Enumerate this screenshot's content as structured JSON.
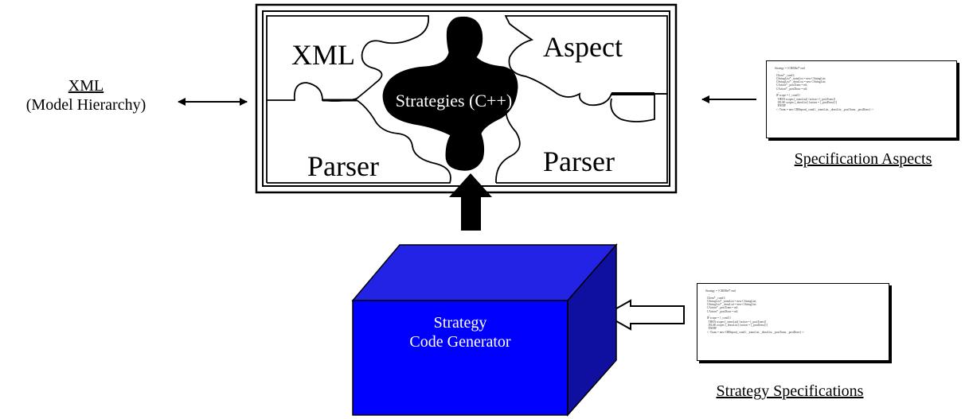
{
  "xml_label": {
    "line1": "XML",
    "line2": "(Model Hierarchy)"
  },
  "puzzle": {
    "top_left": "XML",
    "bottom_left": "Parser",
    "top_right": "Aspect",
    "bottom_right": "Parser",
    "center": "Strategies (C++)"
  },
  "generator": {
    "line1": "Strategy",
    "line2": "Code Generator"
  },
  "spec_aspects": {
    "caption": "Specification Aspects",
    "code": "Strategy = {CBERef* ent}\n    ...\n  CItem* _cond1;\n  CStringList* _transList = new CStringList;\n  CStringList* _drawList = new CStringList;\n  CAction* _postTrans = nil;\n  CAction* _postDraw = nil;\n    ...\n  IF scope = {_cond1}\n    THEN scopes [_transList] {action = [_postTrans]}\n    [ELSE scopes [_drawList] {action = [_postDraw]}]\n    ENDIF\n  <- Trans = new CBReport(_cond1, _transList, _drawList, _postTrans, _postDraw) ->"
  },
  "spec_strategy": {
    "caption": "Strategy Specifications",
    "code": "Strategy = {CBERef* ent}\n    ...\n  CItem* _cond1;\n  CStringList* _transList = new CStringList;\n  CStringList* _drawList = new CStringList;\n  CAction* _postTrans = nil;\n  CAction* _postDraw = nil;\n    ...\n  IF scope = {_cond1}\n    THEN scopes [_transList] {action = [_postTrans]}\n    [ELSE scopes [_drawList] {action = [_postDraw]}]\n    ENDIF\n  <- Trans = new CBReport(_cond1, _transList, _drawList, _postTrans, _postDraw) ->"
  },
  "colors": {
    "generator_front": "#0000ff",
    "generator_top": "#2323e6",
    "generator_side": "#1010a0",
    "core": "#000000"
  }
}
